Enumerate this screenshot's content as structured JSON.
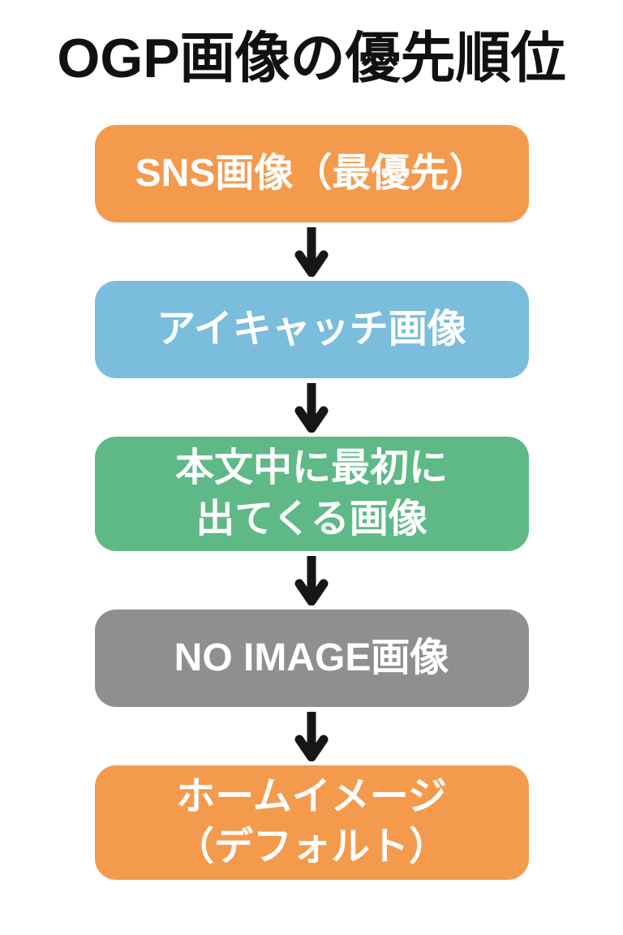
{
  "title": "OGP画像の優先順位",
  "flowchart": {
    "title_color": "#111111",
    "background": "#FFFFFF",
    "text_color": "#FFFFFF",
    "arrow": {
      "glyph": "down-arrow",
      "color": "#161616"
    },
    "nodes": [
      {
        "id": "sns-image",
        "color": "#F49A4D",
        "lines": [
          "SNS画像（最優先）"
        ]
      },
      {
        "id": "eyecatch-image",
        "color": "#7BBDDC",
        "lines": [
          "アイキャッチ画像"
        ]
      },
      {
        "id": "first-body-image",
        "color": "#5EB987",
        "lines": [
          "本文中に最初に",
          "出てくる画像"
        ]
      },
      {
        "id": "no-image",
        "color": "#8F8F8F",
        "lines": [
          "NO IMAGE画像"
        ]
      },
      {
        "id": "home-image-default",
        "color": "#F49A4D",
        "lines": [
          "ホームイメージ",
          "（デフォルト）"
        ]
      }
    ]
  }
}
